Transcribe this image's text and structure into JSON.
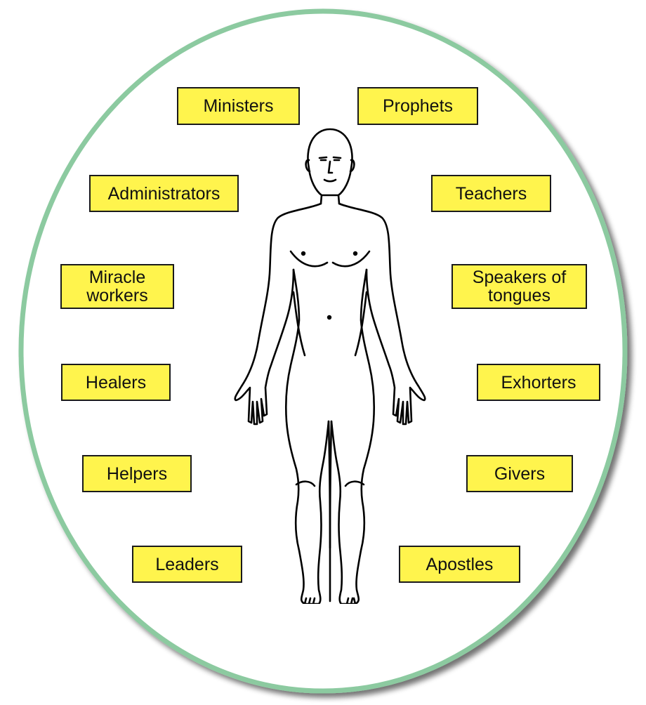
{
  "colors": {
    "ring": "#8ccaa0",
    "ring_shadow": "#4a4a4a",
    "label_fill": "#fff44d",
    "label_border": "#1a1a1a",
    "figure_line": "#000000"
  },
  "figure": {
    "icon": "human-body-outline-icon"
  },
  "labels": {
    "ministers": "Ministers",
    "prophets": "Prophets",
    "administrators": "Administrators",
    "teachers": "Teachers",
    "miracle_workers": "Miracle\nworkers",
    "speakers_of_tongues": "Speakers of\ntongues",
    "healers": "Healers",
    "exhorters": "Exhorters",
    "helpers": "Helpers",
    "givers": "Givers",
    "leaders": "Leaders",
    "apostles": "Apostles"
  }
}
